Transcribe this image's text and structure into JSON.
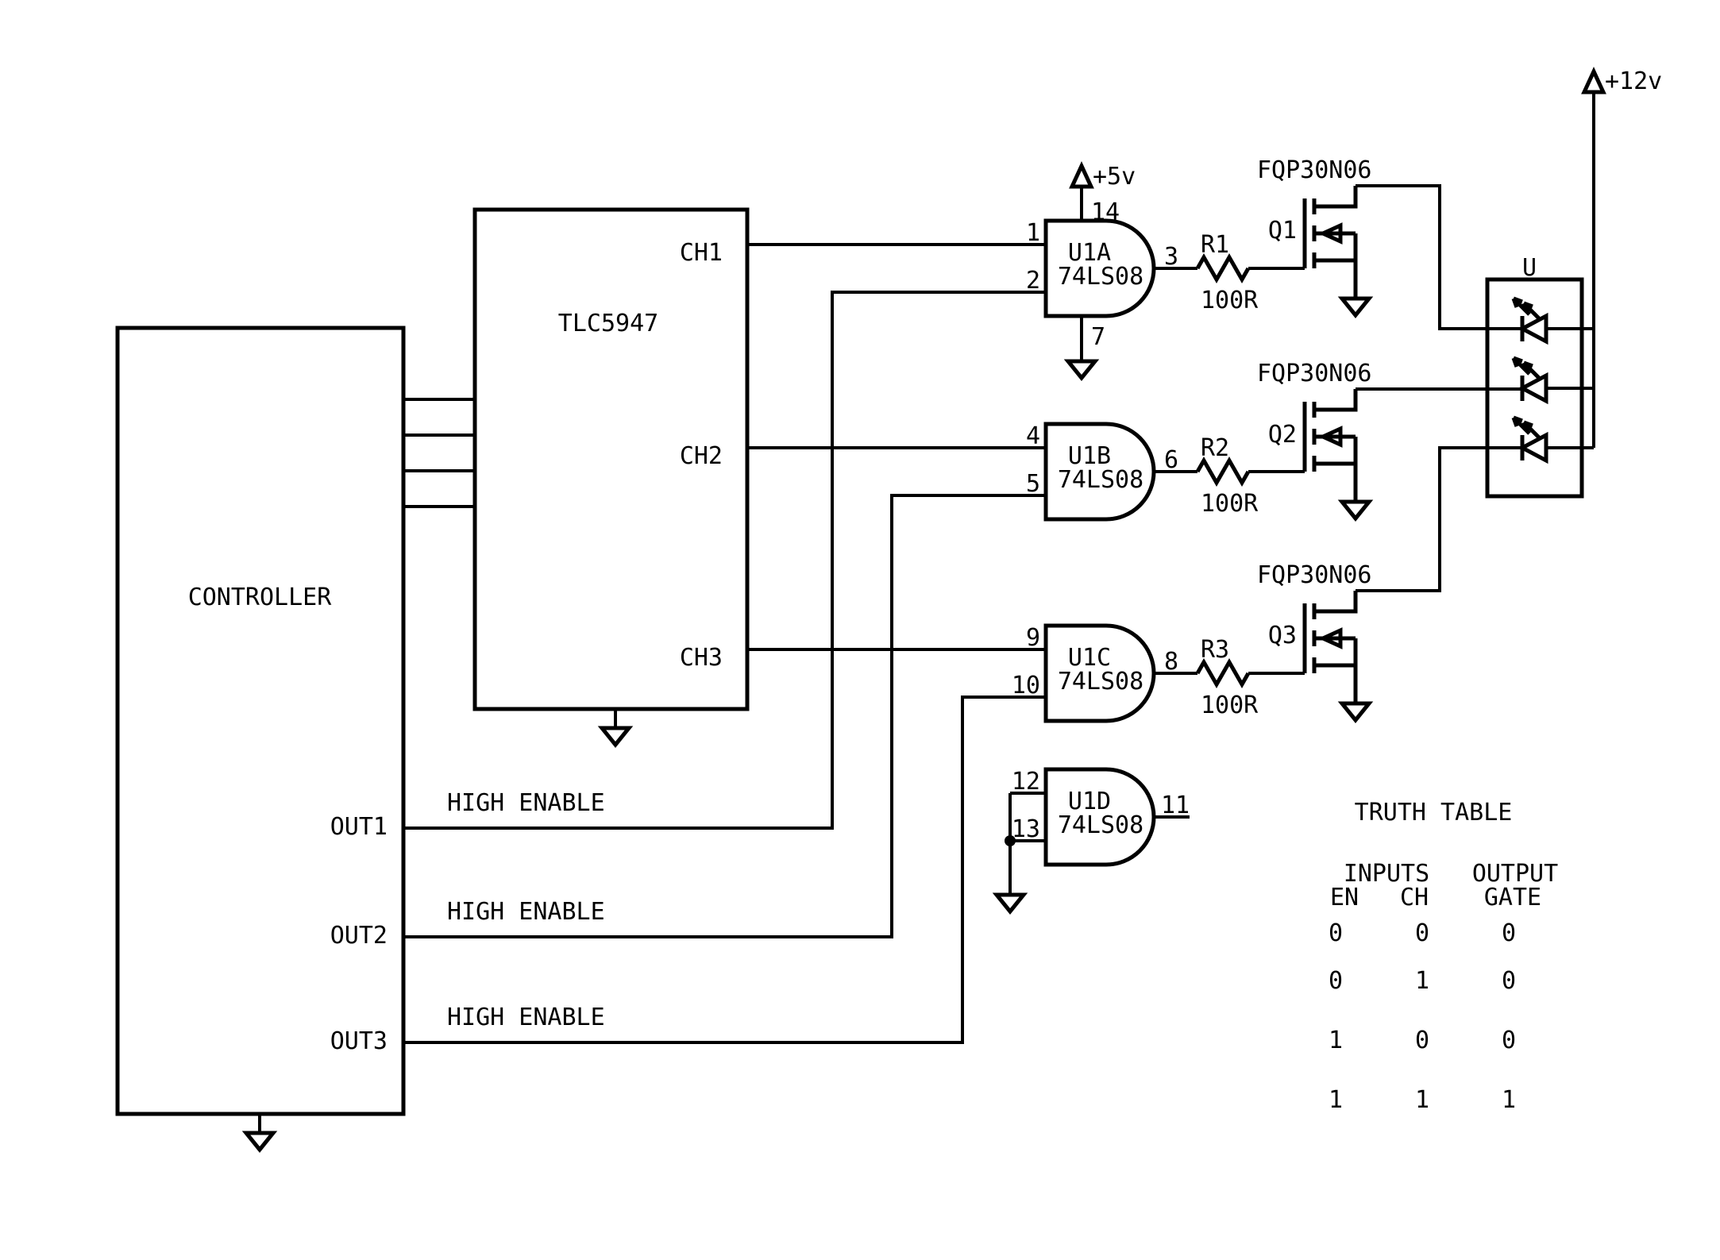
{
  "components": {
    "controller": {
      "label": "CONTROLLER",
      "out1": "OUT1",
      "out2": "OUT2",
      "out3": "OUT3"
    },
    "led_driver": {
      "label": "TLC5947",
      "ch1": "CH1",
      "ch2": "CH2",
      "ch3": "CH3"
    },
    "gates": [
      {
        "name": "U1A",
        "part": "74LS08",
        "in1": "1",
        "in2": "2",
        "out": "3",
        "vcc": "14",
        "gnd": "7"
      },
      {
        "name": "U1B",
        "part": "74LS08",
        "in1": "4",
        "in2": "5",
        "out": "6"
      },
      {
        "name": "U1C",
        "part": "74LS08",
        "in1": "9",
        "in2": "10",
        "out": "8"
      },
      {
        "name": "U1D",
        "part": "74LS08",
        "in1": "12",
        "in2": "13",
        "out": "11"
      }
    ],
    "resistors": [
      {
        "ref": "R1",
        "value": "100R"
      },
      {
        "ref": "R2",
        "value": "100R"
      },
      {
        "ref": "R3",
        "value": "100R"
      }
    ],
    "mosfets": [
      {
        "ref": "Q1",
        "part": "FQP30N06"
      },
      {
        "ref": "Q2",
        "part": "FQP30N06"
      },
      {
        "ref": "Q3",
        "part": "FQP30N06"
      }
    ],
    "led_block": {
      "label": "U"
    },
    "power": {
      "plus5": "+5v",
      "plus12": "+12v"
    },
    "nets": {
      "high_enable": "HIGH ENABLE"
    }
  },
  "truth_table": {
    "title": "TRUTH TABLE",
    "inputs_header": "INPUTS",
    "output_header": "OUTPUT",
    "columns": [
      "EN",
      "CH",
      "GATE"
    ],
    "rows": [
      [
        "0",
        "0",
        "0"
      ],
      [
        "0",
        "1",
        "0"
      ],
      [
        "1",
        "0",
        "0"
      ],
      [
        "1",
        "1",
        "1"
      ]
    ]
  },
  "colors": {
    "ink": "#000000",
    "background": "#ffffff"
  }
}
